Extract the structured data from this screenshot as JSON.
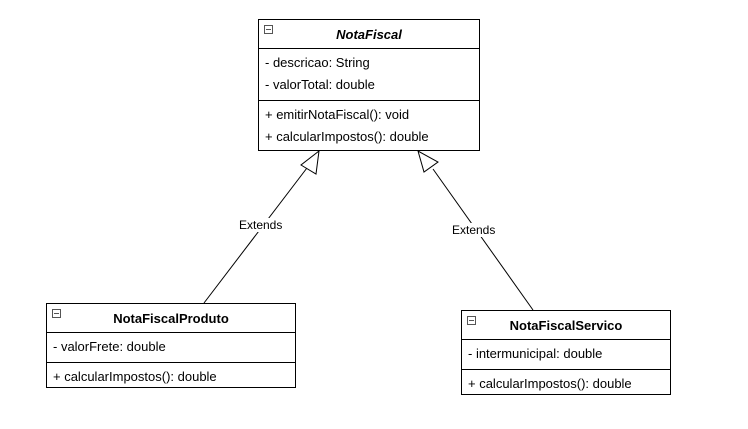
{
  "diagram": {
    "classes": {
      "nota_fiscal": {
        "name": "NotaFiscal",
        "attributes": [
          "- descricao: String",
          "- valorTotal: double"
        ],
        "methods": [
          "+ emitirNotaFiscal(): void",
          "+ calcularImpostos(): double"
        ]
      },
      "nota_fiscal_produto": {
        "name": "NotaFiscalProduto",
        "attributes": [
          "- valorFrete: double"
        ],
        "methods": [
          "+ calcularImpostos(): double"
        ]
      },
      "nota_fiscal_servico": {
        "name": "NotaFiscalServico",
        "attributes": [
          "- intermunicipal: double"
        ],
        "methods": [
          "+ calcularImpostos(): double"
        ]
      }
    },
    "relations": [
      {
        "label": "Extends",
        "from": "NotaFiscalProduto",
        "to": "NotaFiscal"
      },
      {
        "label": "Extends",
        "from": "NotaFiscalServico",
        "to": "NotaFiscal"
      }
    ]
  }
}
